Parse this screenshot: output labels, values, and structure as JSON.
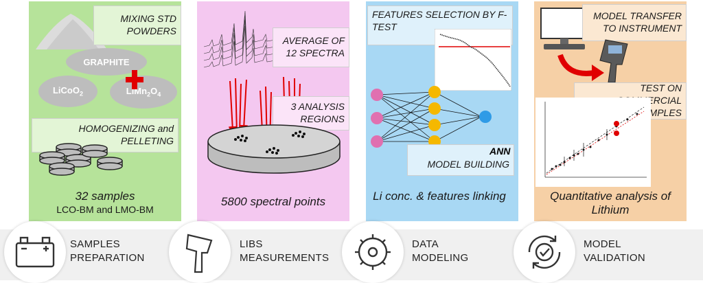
{
  "panels": [
    {
      "color": "#b6e39a",
      "boxes": [
        "MIXING STD POWDERS",
        "HOMOGENIZING and PELLETING"
      ],
      "ovals": [
        "GRAPHITE",
        "LiCoO",
        "LiMn",
        "O"
      ],
      "subscripts": [
        "2",
        "2",
        "4"
      ],
      "caption_main": "32 samples",
      "caption_sub": "LCO-BM and LMO-BM"
    },
    {
      "color": "#f4c8f0",
      "boxes": [
        "AVERAGE OF 12 SPECTRA",
        "3 ANALYSIS REGIONS"
      ],
      "caption_main": "5800 spectral points"
    },
    {
      "color": "#a8d8f4",
      "boxes": [
        "FEATURES SELECTION BY F-TEST",
        "MODEL BUILDING"
      ],
      "ann_title": "ANN",
      "caption_main": "Li conc. & features linking"
    },
    {
      "color": "#f6d0a6",
      "boxes": [
        "MODEL TRANSFER TO INSTRUMENT",
        "TEST ON COMMERCIAL SAMPLES"
      ],
      "caption_main": "Quantitative analysis of Lithium"
    }
  ],
  "steps": [
    {
      "line1": "SAMPLES",
      "line2": "PREPARATION",
      "icon": "battery-icon"
    },
    {
      "line1": "LIBS",
      "line2": "MEASUREMENTS",
      "icon": "libs-device-icon"
    },
    {
      "line1": "DATA",
      "line2": "MODELING",
      "icon": "gear-network-icon"
    },
    {
      "line1": "MODEL",
      "line2": "VALIDATION",
      "icon": "check-cycle-icon"
    }
  ],
  "colors": {
    "red": "#e00000",
    "node_pink": "#e070b0",
    "node_orange": "#f5b800",
    "node_blue": "#2f9be6"
  }
}
